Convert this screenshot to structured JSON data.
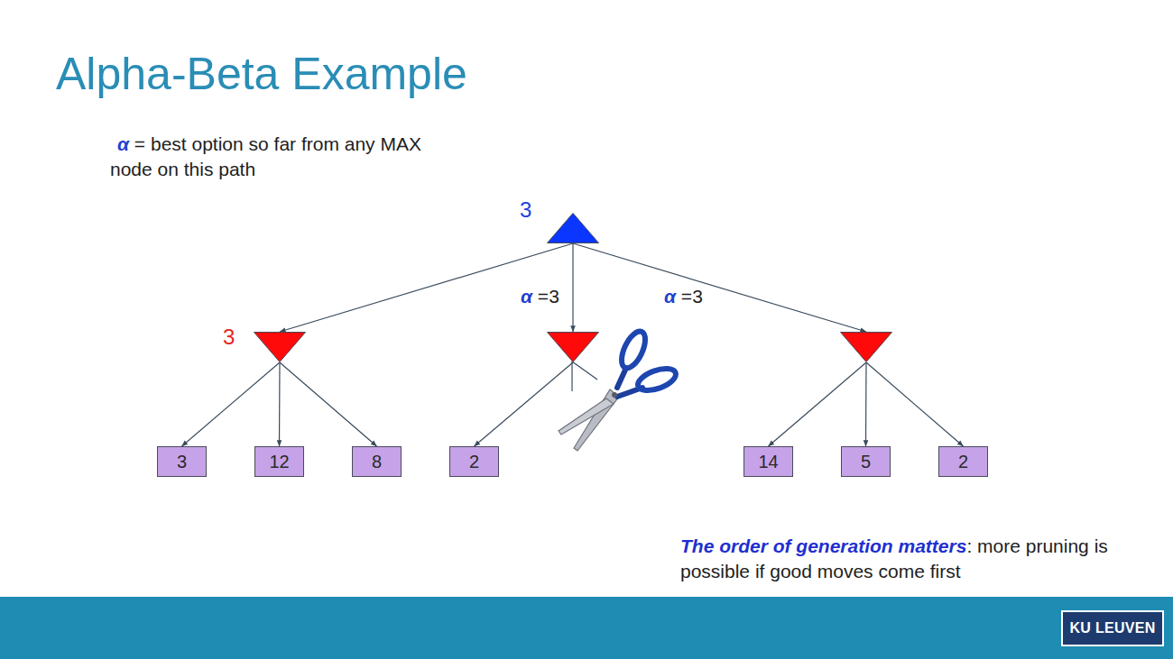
{
  "diagram": {
    "title": "Alpha-Beta Example",
    "nodes": [
      {
        "text": [
          "3"
        ]
      },
      {
        "text": [
          "3"
        ]
      },
      {
        "text": []
      },
      {
        "text": []
      },
      {
        "text": [
          "3"
        ]
      },
      {
        "text": [
          "12"
        ]
      },
      {
        "text": [
          "8"
        ]
      },
      {
        "text": [
          "2"
        ]
      },
      {
        "text": [
          "14"
        ]
      },
      {
        "text": [
          "5"
        ]
      },
      {
        "text": [
          "2"
        ]
      }
    ],
    "edges": [
      {
        "from": 0,
        "to": 1,
        "arrow": "to"
      },
      {
        "from": 0,
        "to": 2,
        "label": "α =3",
        "arrow": "to"
      },
      {
        "from": 0,
        "to": 3,
        "label": "α =3",
        "arrow": "to"
      },
      {
        "from": 1,
        "to": 4,
        "arrow": "to"
      },
      {
        "from": 1,
        "to": 5,
        "arrow": "to"
      },
      {
        "from": 1,
        "to": 6,
        "arrow": "to"
      },
      {
        "from": 2,
        "to": 7,
        "arrow": "to"
      },
      {
        "from": 3,
        "to": 8,
        "arrow": "to"
      },
      {
        "from": 3,
        "to": 9,
        "arrow": "to"
      },
      {
        "from": 3,
        "to": 10,
        "arrow": "to"
      }
    ],
    "labels": [
      "α = best option so far from any MAX node on this path",
      "The order of generation matters",
      ": more pruning is possible if good moves come first",
      "KU LEUVEN"
    ]
  }
}
